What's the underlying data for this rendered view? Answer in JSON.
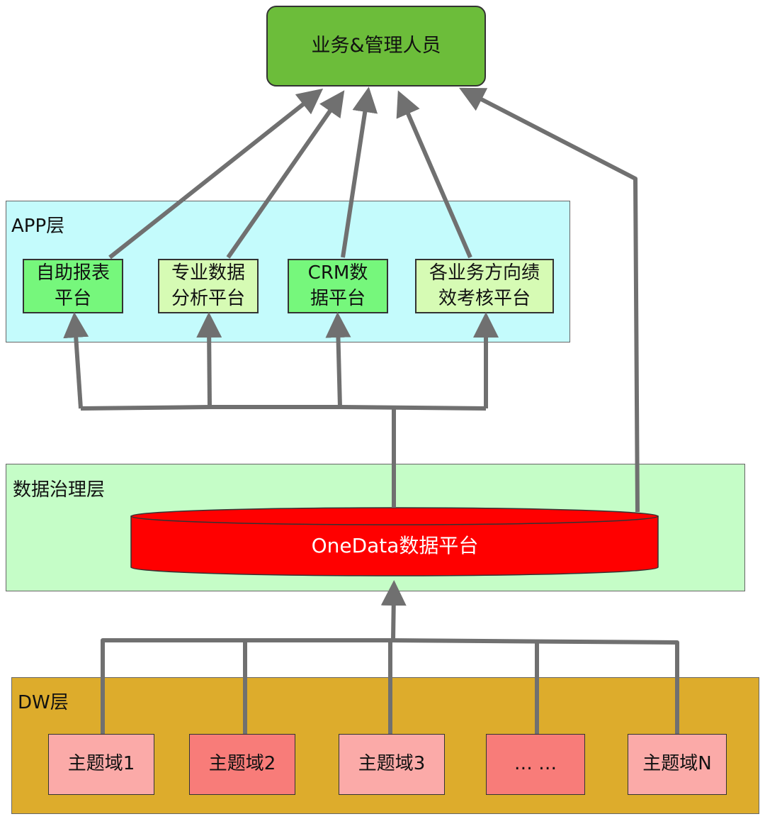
{
  "colors": {
    "top": "#6cbd3a",
    "app_layer": "#c4fbfc",
    "gov_layer": "#c5fdc7",
    "dw_layer": "#ddac2c",
    "app_dark": "#76f77c",
    "app_light": "#d6fbb4",
    "cylinder": "#ff0000",
    "domain_light": "#fbaaa8",
    "domain_dark": "#f87c79",
    "arrow": "#707070"
  },
  "top": {
    "label": "业务&管理人员"
  },
  "app_layer": {
    "title": "APP层",
    "boxes": [
      {
        "line1": "自助报表",
        "line2": "平台"
      },
      {
        "line1": "专业数据",
        "line2": "分析平台"
      },
      {
        "line1": "CRM数",
        "line2": "据平台"
      },
      {
        "line1": "各业务方向绩",
        "line2": "效考核平台"
      }
    ]
  },
  "gov_layer": {
    "title": "数据治理层",
    "platform": "OneData数据平台"
  },
  "dw_layer": {
    "title": "DW层",
    "domains": [
      "主题域1",
      "主题域2",
      "主题域3",
      "… …",
      "主题域N"
    ]
  }
}
